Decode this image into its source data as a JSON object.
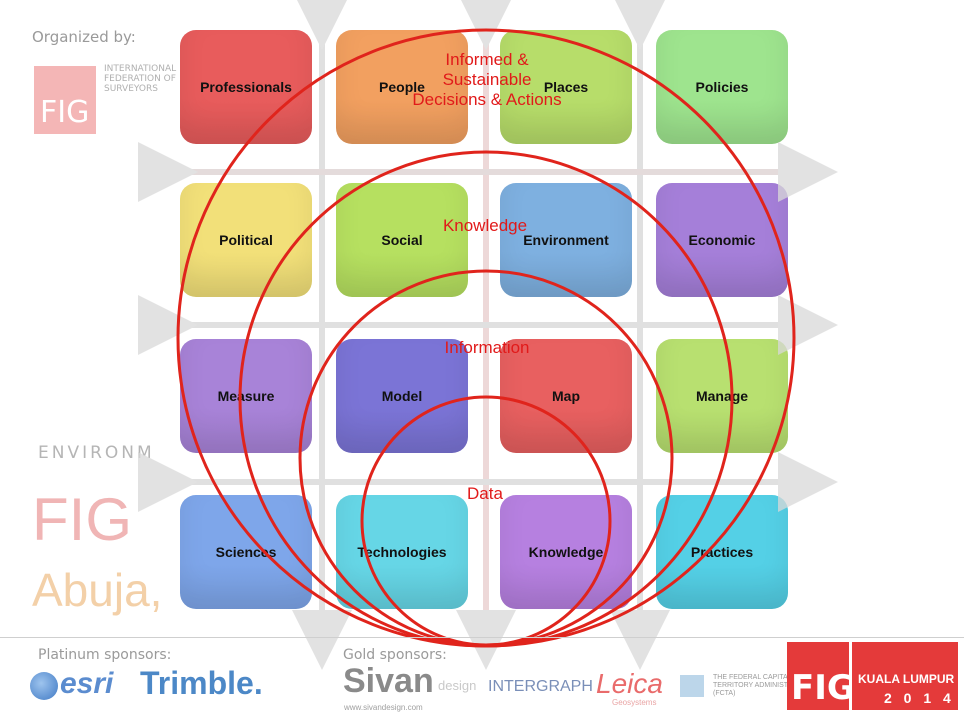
{
  "background": {
    "organized_by": "Organized by:",
    "fig_logo_text": "FIG",
    "federation": [
      "INTERNATIONAL",
      "FEDERATION OF",
      "SURVEYORS"
    ],
    "subtitle_fragment": "ENVIRONM",
    "fig_big": "FIG",
    "abuja": "Abuja,",
    "platinum_label": "Platinum sponsors:",
    "gold_label": "Gold sponsors:"
  },
  "sponsors": {
    "esri": "esri",
    "trimble": "Trimble.",
    "sivan": "Sivan",
    "sivan_url": "www.sivandesign.com",
    "sivan_design": "design",
    "intergraph": "INTERGRAPH",
    "leica": "Leica",
    "geosystems": "Geosystems",
    "fcta": [
      "THE FEDERAL CAPITAL",
      "TERRITORY ADMINISTRATI",
      "(FCTA)"
    ],
    "fig_logo": "FIG",
    "kuala_lumpur": "KUALA LUMPUR",
    "year": "2 0 1 4"
  },
  "tiles": [
    {
      "label": "Professionals",
      "color": "#e85c5c"
    },
    {
      "label": "People",
      "color": "#f2a060"
    },
    {
      "label": "Places",
      "color": "#b7dd6a"
    },
    {
      "label": "Policies",
      "color": "#9ee48e"
    },
    {
      "label": "Political",
      "color": "#f2e079"
    },
    {
      "label": "Social",
      "color": "#b6e060"
    },
    {
      "label": "Environment",
      "color": "#7eb0e0"
    },
    {
      "label": "Economic",
      "color": "#a57fd9"
    },
    {
      "label": "Measure",
      "color": "#a883d8"
    },
    {
      "label": "Model",
      "color": "#7b74d6"
    },
    {
      "label": "Map",
      "color": "#e86060"
    },
    {
      "label": "Manage",
      "color": "#b8e070"
    },
    {
      "label": "Sciences",
      "color": "#7ea6ea"
    },
    {
      "label": "Technologies",
      "color": "#66d6e6"
    },
    {
      "label": "Knowledge",
      "color": "#b680e0"
    },
    {
      "label": "Practices",
      "color": "#54d0e6"
    }
  ],
  "circles": [
    {
      "label": "Informed & Sustainable Decisions & Actions"
    },
    {
      "label": "Knowledge"
    },
    {
      "label": "Information"
    },
    {
      "label": "Data"
    }
  ],
  "colors": {
    "circle_stroke": "#e0241c",
    "circle_label": "#e11a1a"
  }
}
